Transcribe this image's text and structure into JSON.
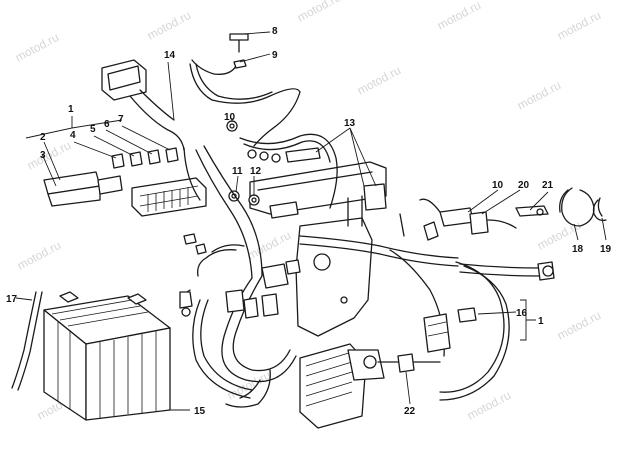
{
  "watermark": "motod.ru",
  "callouts": {
    "c1_top": "1",
    "c2": "2",
    "c3": "3",
    "c4": "4",
    "c5": "5",
    "c6": "6",
    "c7": "7",
    "c8": "8",
    "c9": "9",
    "c10_top": "10",
    "c10_right": "10",
    "c11": "11",
    "c12": "12",
    "c13": "13",
    "c14": "14",
    "c15": "15",
    "c16": "16",
    "c1_right": "1",
    "c17": "17",
    "c18": "18",
    "c19": "19",
    "c20": "20",
    "c21": "21",
    "c22": "22"
  },
  "colors": {
    "line": "#1a1a1a",
    "watermark": "#c9c9c9",
    "background": "#ffffff"
  }
}
